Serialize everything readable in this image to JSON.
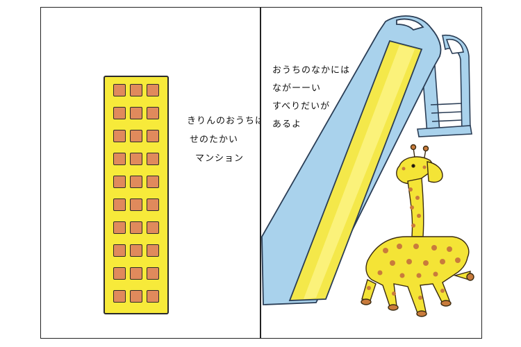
{
  "left_page": {
    "text_lines": [
      "きりんのおうちは",
      "せのたかい",
      "マンション"
    ],
    "building": {
      "floors": 10,
      "columns": 3,
      "wall_color": "#f7ea3a",
      "window_color": "#e08a5c"
    }
  },
  "right_page": {
    "text_lines": [
      "おうちのなかには",
      "ながーーい",
      "すべりだいが",
      "あるよ"
    ],
    "slide_color": "#a9d2ec",
    "giraffe_color": "#f4e436",
    "spot_color": "#c97b3c"
  }
}
